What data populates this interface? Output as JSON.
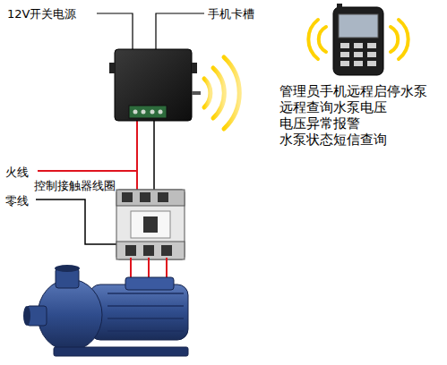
{
  "diagram": {
    "labels": [
      "12V开关电源",
      "手机卡槽",
      "火线",
      "控制接触器线圈",
      "零线",
      "管理员手机远程启停水泵",
      "远程查询水泵电压",
      "电压异常报警",
      "水泵状态短信查询"
    ]
  }
}
